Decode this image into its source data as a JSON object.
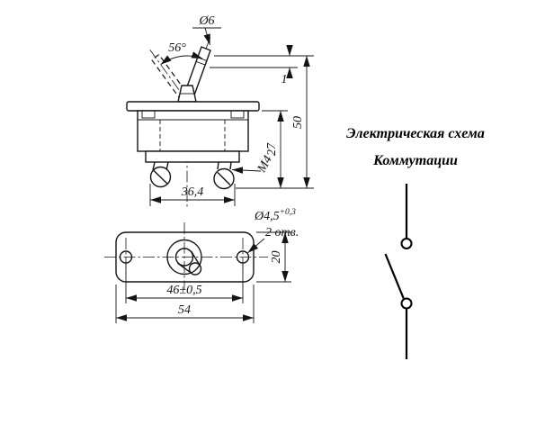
{
  "page": {
    "background": "#ffffff",
    "line_color": "#141414"
  },
  "drawing": {
    "side_view": {
      "lever_diameter": "Ø6",
      "swing_angle": "56°",
      "dim_tip": "1",
      "dim_height": "50",
      "dim_body_height": "27",
      "terminal_thread": "M4",
      "dim_terminal_span": "36,4"
    },
    "plan_view": {
      "hole_diameter": "Ø4,5",
      "hole_tolerance": "+0,3",
      "hole_count": "2 отв.",
      "dim_plate_height": "20",
      "dim_hole_spacing": "46±0,5",
      "dim_plate_width": "54"
    }
  },
  "schematic": {
    "title_line1": "Электрическая схема",
    "title_line2": "Коммутации"
  }
}
